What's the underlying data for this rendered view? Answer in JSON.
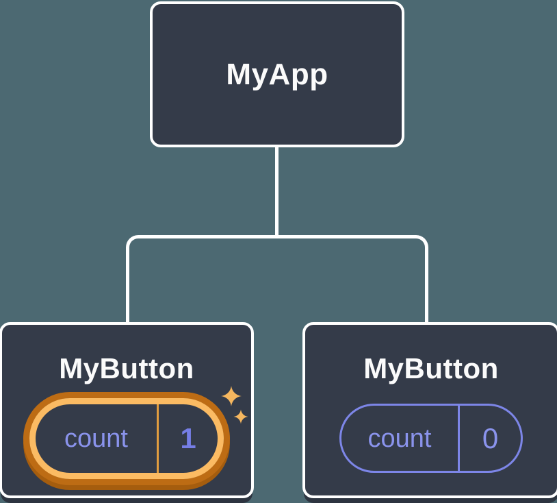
{
  "diagram": {
    "root": {
      "label": "MyApp"
    },
    "children": [
      {
        "label": "MyButton",
        "state": {
          "name": "count",
          "value": "1"
        },
        "highlighted": true
      },
      {
        "label": "MyButton",
        "state": {
          "name": "count",
          "value": "0"
        },
        "highlighted": false
      }
    ]
  },
  "colors": {
    "background": "#4c6972",
    "node_fill": "#343b49",
    "node_border": "#ffffff",
    "node_shadow": "#2d3440",
    "connector": "#ffffff",
    "title_text": "#fbfbfb",
    "state_text": "#8a93ec",
    "state_value_highlight": "#767ee6",
    "pill_border": "#7d86e8",
    "highlight_ring_light": "#fbbb63",
    "highlight_ring_dark": "#bd6c14",
    "highlight_ring_shadow": "#a55d0e",
    "highlight_divider": "#e29d3f",
    "sparkle": "#f6b75f"
  }
}
